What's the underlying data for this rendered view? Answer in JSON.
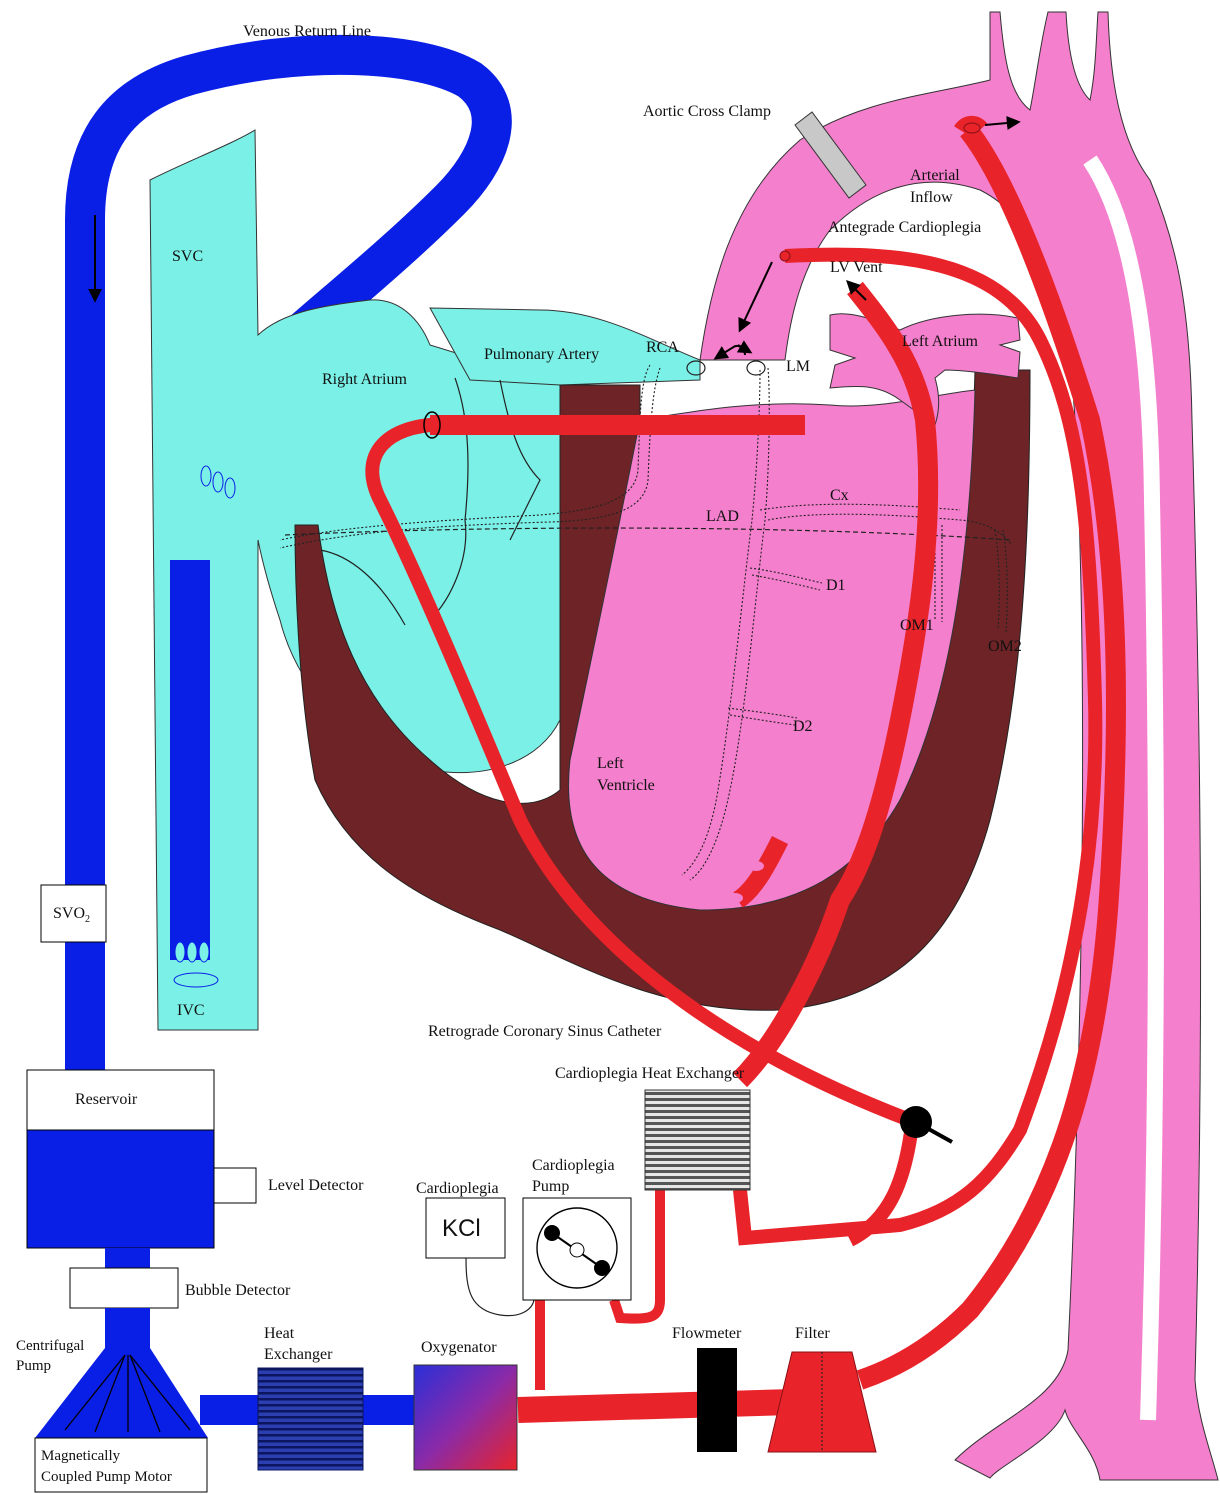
{
  "colors": {
    "venous": "#0a1fe6",
    "arterial": "#e8242a",
    "arterial_dark": "#8a1016",
    "right_heart": "#7af0e6",
    "left_heart": "#f47fcc",
    "myocardium": "#6e2426",
    "heat_exchanger": "#1a2a8a"
  },
  "labels": {
    "venous_return_line": "Venous Return Line",
    "aortic_cross_clamp": "Aortic Cross Clamp",
    "arterial_inflow_1": "Arterial",
    "arterial_inflow_2": "Inflow",
    "antegrade_cardioplegia": "Antegrade Cardioplegia",
    "lv_vent": "LV Vent",
    "svc": "SVC",
    "ivc": "IVC",
    "right_atrium": "Right Atrium",
    "pulmonary_artery": "Pulmonary Artery",
    "rca": "RCA",
    "lm": "LM",
    "left_atrium": "Left Atrium",
    "lad": "LAD",
    "cx": "Cx",
    "d1": "D1",
    "d2": "D2",
    "om1": "OM1",
    "om2": "OM2",
    "left_ventricle_1": "Left",
    "left_ventricle_2": "Ventricle",
    "svo2_main": "SVO",
    "svo2_sub": "2",
    "retrograde_catheter": "Retrograde Coronary Sinus Catheter",
    "cardioplegia_heat_exchanger": "Cardioplegia Heat Exchanger",
    "reservoir": "Reservoir",
    "level_detector": "Level Detector",
    "bubble_detector": "Bubble Detector",
    "centrifugal_pump_1": "Centrifugal",
    "centrifugal_pump_2": "Pump",
    "heat_exchanger_1": "Heat",
    "heat_exchanger_2": "Exchanger",
    "oxygenator": "Oxygenator",
    "cardioplegia": "Cardioplegia",
    "kcl": "KCl",
    "cardioplegia_pump_1": "Cardioplegia",
    "cardioplegia_pump_2": "Pump",
    "flowmeter": "Flowmeter",
    "filter": "Filter",
    "motor_1": "Magnetically",
    "motor_2": "Coupled Pump Motor"
  }
}
